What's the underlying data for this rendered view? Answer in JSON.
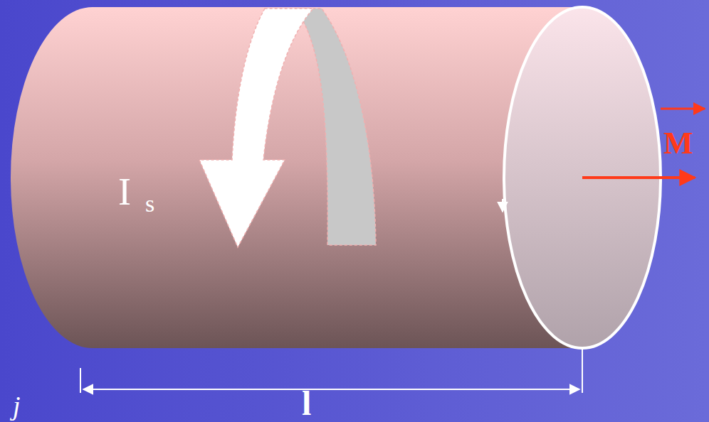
{
  "diagram": {
    "labels": [
      "I",
      "s",
      "M",
      "l",
      "j"
    ]
  }
}
